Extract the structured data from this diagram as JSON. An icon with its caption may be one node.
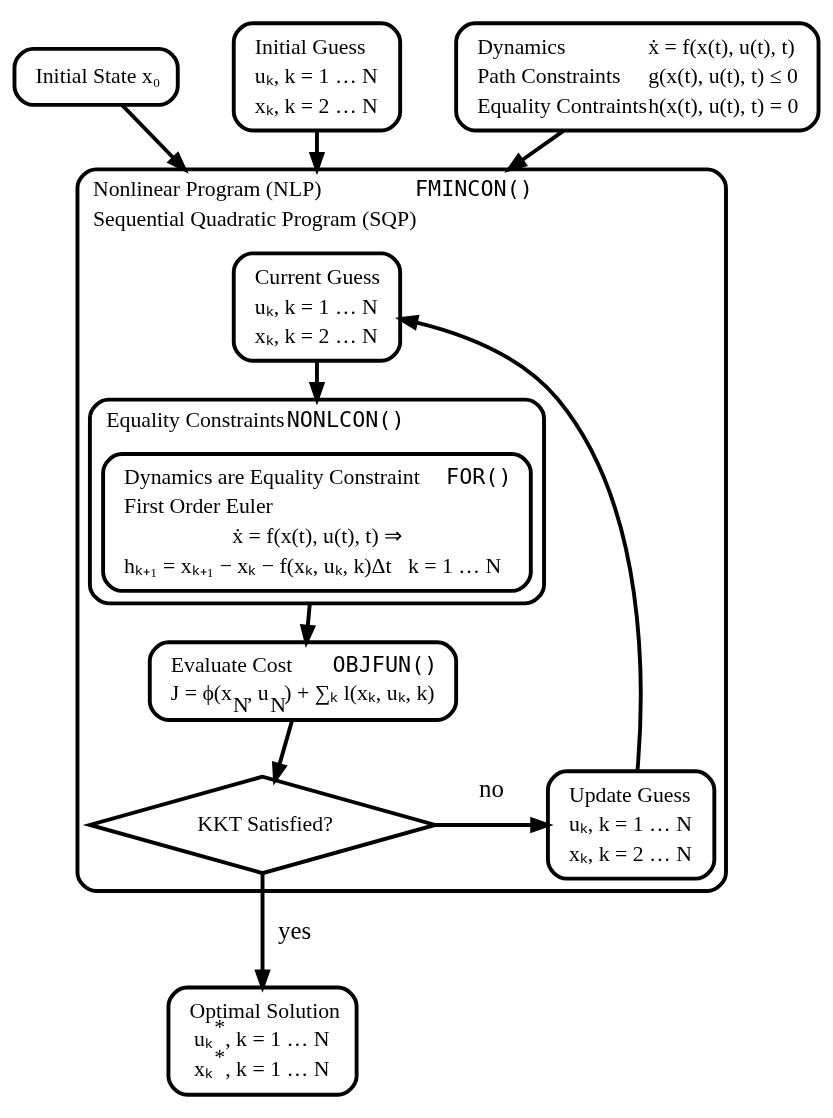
{
  "diagram": {
    "nodes": [
      {
        "text": [
          "Initial State x₀"
        ]
      },
      {
        "text": [
          "Initial Guess",
          "uₖ, k = 1 … N",
          "xₖ, k = 2 … N"
        ]
      },
      {
        "text": [
          "Dynamics",
          "ẋ = f(x(t), u(t), t)",
          "Path Constraints",
          "g(x(t), u(t), t) ≤ 0",
          "Equality Contraints",
          "h(x(t), u(t), t) = 0"
        ]
      },
      {
        "text": [
          "Nonlinear Program (NLP)",
          "FMINCON()",
          "Sequential Quadratic Program (SQP)"
        ]
      },
      {
        "text": [
          "Current Guess",
          "uₖ, k = 1 … N",
          "xₖ, k = 2 … N"
        ],
        "in": 3
      },
      {
        "text": [
          "Equality Constraints",
          "NONLCON()"
        ],
        "in": 3
      },
      {
        "text": [
          "Dynamics are Equality Constraint",
          "FOR()",
          "First Order Euler",
          "ẋ = f(x(t), u(t), t) ⇒",
          "hₖ₊₁ = xₖ₊₁ − xₖ − f(xₖ, uₖ, k)Δt   k = 1 … N"
        ],
        "in": 5
      },
      {
        "text": [
          "Evaluate Cost",
          "OBJFUN()",
          "J = ϕ(x$_{N}$, u$_{N}$) + ∑ₖ l(xₖ, uₖ, k)"
        ],
        "in": 3
      },
      {
        "text": [
          "KKT Satisfied?"
        ],
        "in": 3
      },
      {
        "text": [
          "Update Guess",
          "uₖ, k = 1 … N",
          "xₖ, k = 2 … N"
        ],
        "in": 3
      },
      {
        "text": [
          "Optimal Solution",
          "uₖ$^{*}$, k = 1 … N",
          "xₖ$^{*}$, k = 1 … N"
        ]
      }
    ],
    "edges": [
      {
        "from": 0,
        "to": 3,
        "arrow": "to"
      },
      {
        "from": 1,
        "to": 3,
        "arrow": "to"
      },
      {
        "from": 2,
        "to": 3,
        "arrow": "to"
      },
      {
        "from": 4,
        "to": 5,
        "arrow": "to"
      },
      {
        "from": 5,
        "to": 7,
        "arrow": "to"
      },
      {
        "from": 7,
        "to": 8,
        "arrow": "to"
      },
      {
        "from": 8,
        "to": 9,
        "arrow": "to",
        "label": "no"
      },
      {
        "from": 9,
        "to": 4,
        "arrow": "to"
      },
      {
        "from": 8,
        "to": 10,
        "arrow": "to",
        "label": "yes"
      }
    ]
  }
}
